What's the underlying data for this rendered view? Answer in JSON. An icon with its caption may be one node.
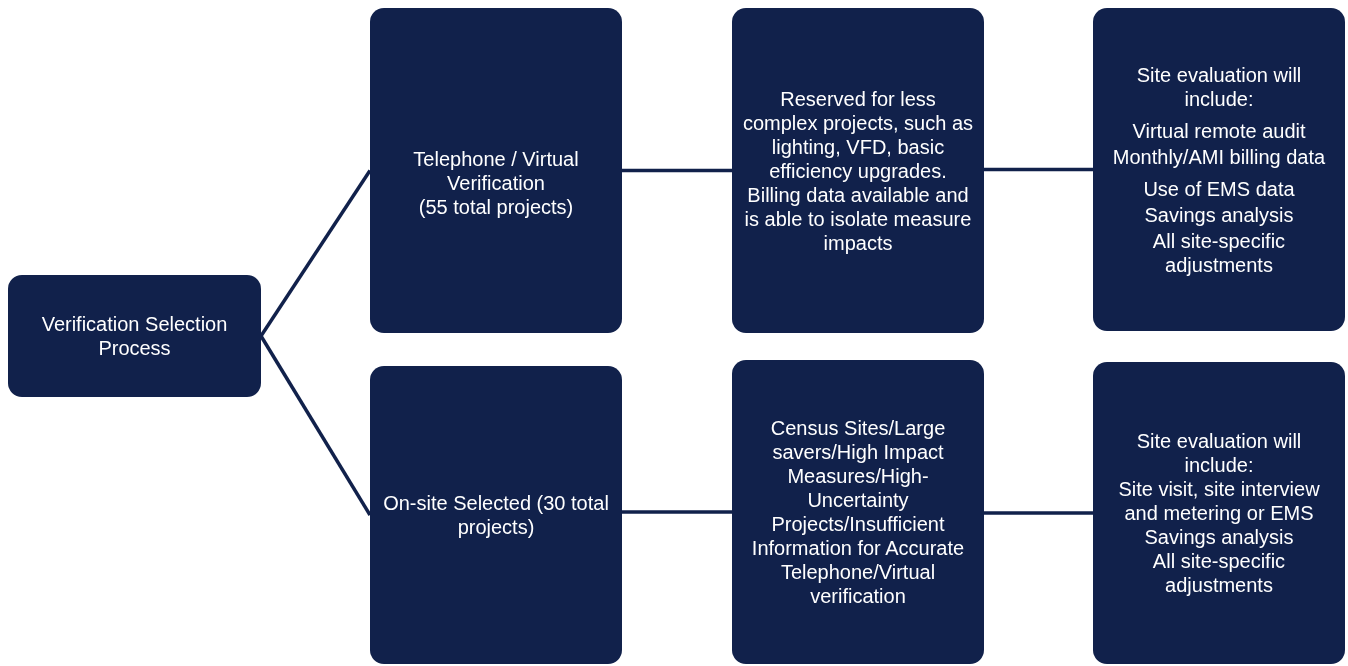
{
  "diagram": {
    "nodes": [
      {
        "text": [
          "Verification Selection Process"
        ]
      },
      {
        "text": [
          "Telephone / Virtual Verification",
          "(55 total projects)"
        ]
      },
      {
        "text": [
          "Reserved for less complex projects, such as lighting, VFD, basic efficiency upgrades. Billing data available and is able to isolate measure impacts"
        ]
      },
      {
        "text": [
          "Site evaluation will include:",
          "Virtual remote audit",
          "Monthly/AMI billing data",
          "Use  of EMS data",
          "Savings analysis",
          "All site-specific adjustments"
        ]
      },
      {
        "text": [
          "On-site Selected (30 total projects)"
        ]
      },
      {
        "text": [
          "Census Sites/Large savers/High Impact Measures/High-Uncertainty Projects/Insufficient Information for Accurate Telephone/Virtual verification"
        ]
      },
      {
        "text": [
          "Site evaluation will include:",
          "Site visit, site interview and metering or EMS",
          "Savings analysis",
          "All site-specific adjustments"
        ]
      }
    ],
    "edges": [
      {
        "from": 0,
        "to": 1,
        "arrow": "none"
      },
      {
        "from": 0,
        "to": 4,
        "arrow": "none"
      },
      {
        "from": 1,
        "to": 2,
        "arrow": "none"
      },
      {
        "from": 2,
        "to": 3,
        "arrow": "none"
      },
      {
        "from": 4,
        "to": 5,
        "arrow": "none"
      },
      {
        "from": 5,
        "to": 6,
        "arrow": "none"
      }
    ]
  }
}
